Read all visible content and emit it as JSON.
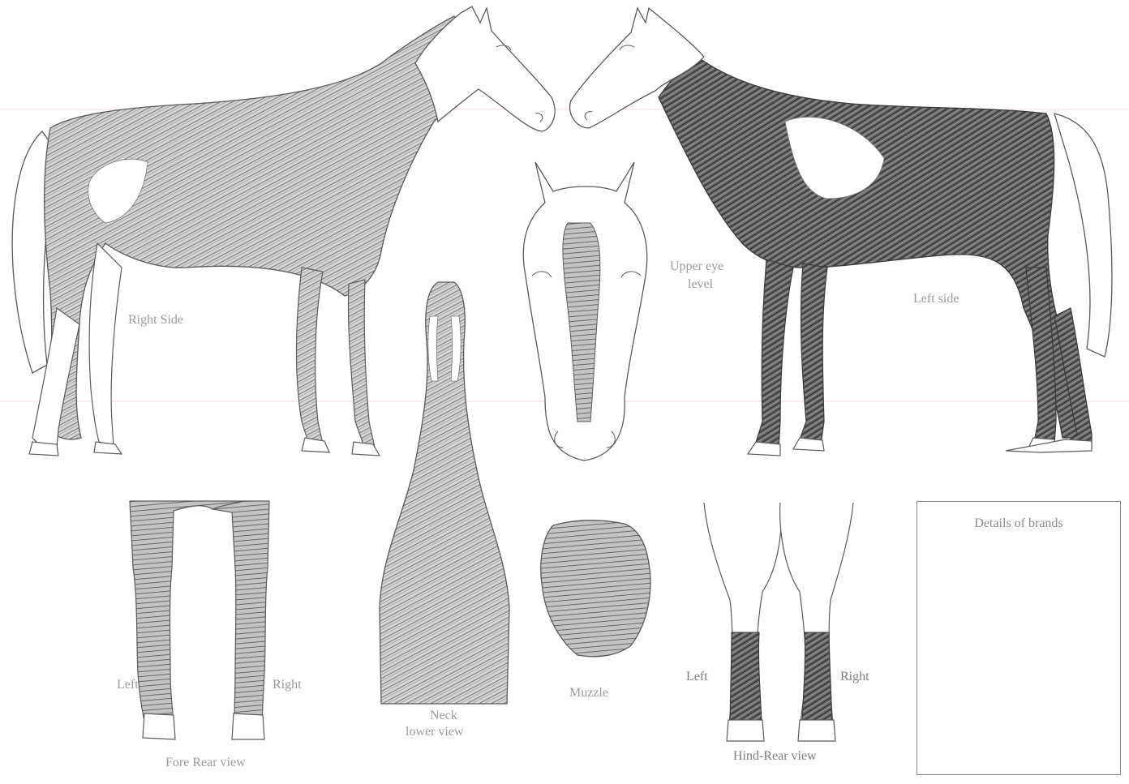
{
  "labels": {
    "right_side": "Right Side",
    "left_side": "Left side",
    "upper_eye_level": "Upper eye",
    "upper_eye_level_2": "level",
    "fore_left": "Left",
    "fore_right": "Right",
    "fore_caption": "Fore Rear view",
    "neck": "Neck",
    "neck_2": "lower view",
    "muzzle": "Muzzle",
    "hind_left": "Left",
    "hind_right": "Right",
    "hind_caption": "Hind-Rear view",
    "brands": "Details of brands"
  },
  "colors": {
    "line": "#5a5a5a",
    "hatch_light": "#8c8c8c",
    "hatch_dark": "#3a3a3a",
    "label": "#9a9a9a"
  }
}
